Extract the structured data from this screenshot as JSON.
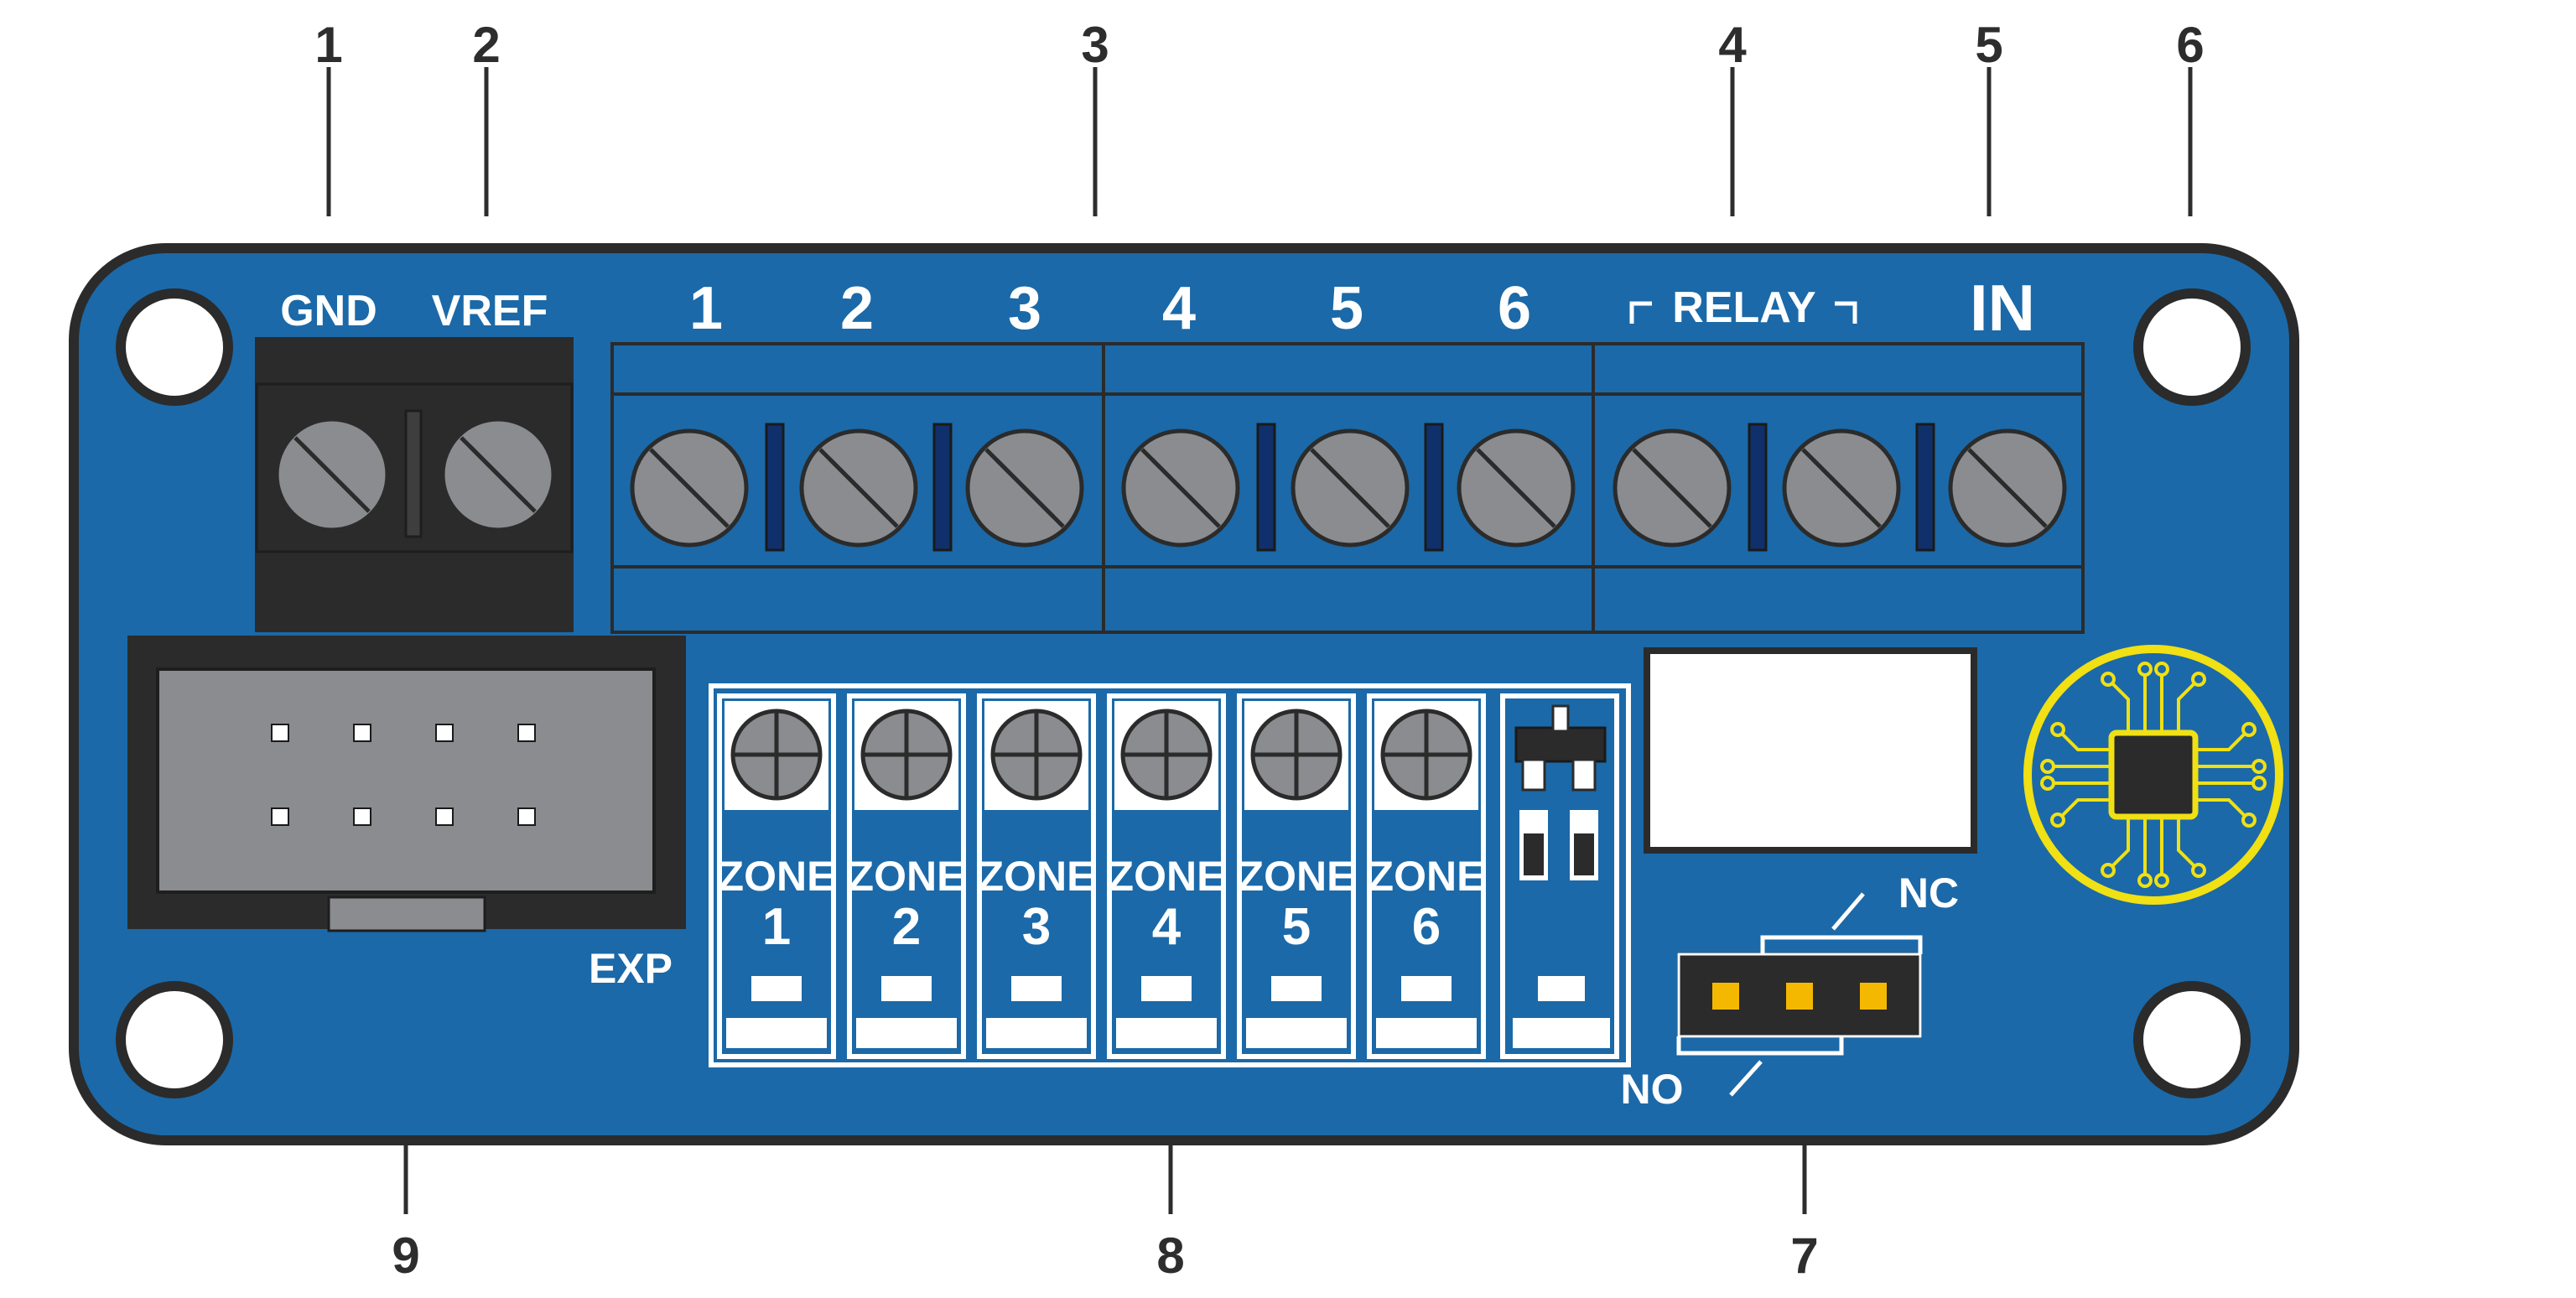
{
  "callouts": {
    "c1": "1",
    "c2": "2",
    "c3": "3",
    "c4": "4",
    "c5": "5",
    "c6": "6",
    "c7": "7",
    "c8": "8",
    "c9": "9"
  },
  "labels": {
    "gnd": "GND",
    "vref": "VREF",
    "terminals": [
      "1",
      "2",
      "3",
      "4",
      "5",
      "6"
    ],
    "relay": "RELAY",
    "in": "IN",
    "exp": "EXP",
    "nc": "NC",
    "no": "NO"
  },
  "zones": {
    "word": "ZONE",
    "numbers": [
      "1",
      "2",
      "3",
      "4",
      "5",
      "6"
    ]
  },
  "colors": {
    "board": "#1b69a8",
    "board_outline": "#2b2b2b",
    "connector": "#2b2b2b",
    "screw": "#8a8c8f",
    "chip_logo": "#f0e014",
    "jumper_pin": "#f5b800"
  },
  "icons": {
    "screw": "slotted-screw-icon",
    "trimpot": "cross-screw-icon",
    "logo": "microchip-logo-icon"
  }
}
